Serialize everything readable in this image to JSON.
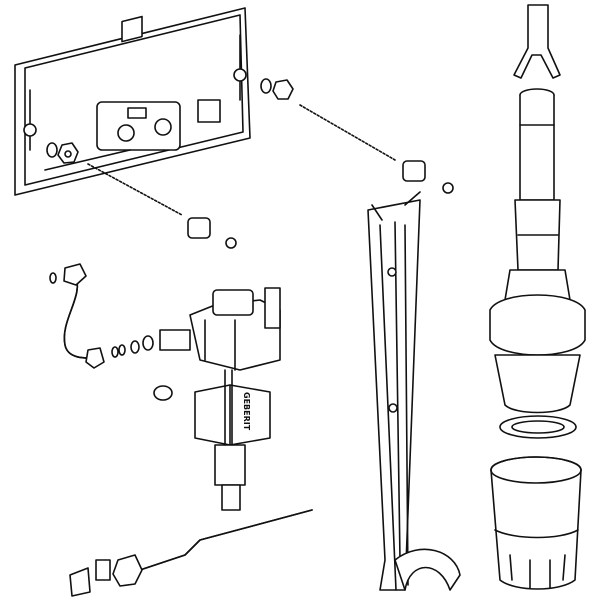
{
  "diagram": {
    "type": "exploded-view",
    "brand_marking": "GEBERIT",
    "parts": [
      "mounting-plate",
      "threaded-rods",
      "spacers",
      "screws",
      "nuts",
      "washers",
      "connection-pipe",
      "fill-valve",
      "float",
      "rod-bracket",
      "flush-valve",
      "bell-housing",
      "strainer",
      "supply-hose",
      "fork-clip"
    ],
    "colors": {
      "line": "#111111",
      "background": "#ffffff"
    }
  }
}
